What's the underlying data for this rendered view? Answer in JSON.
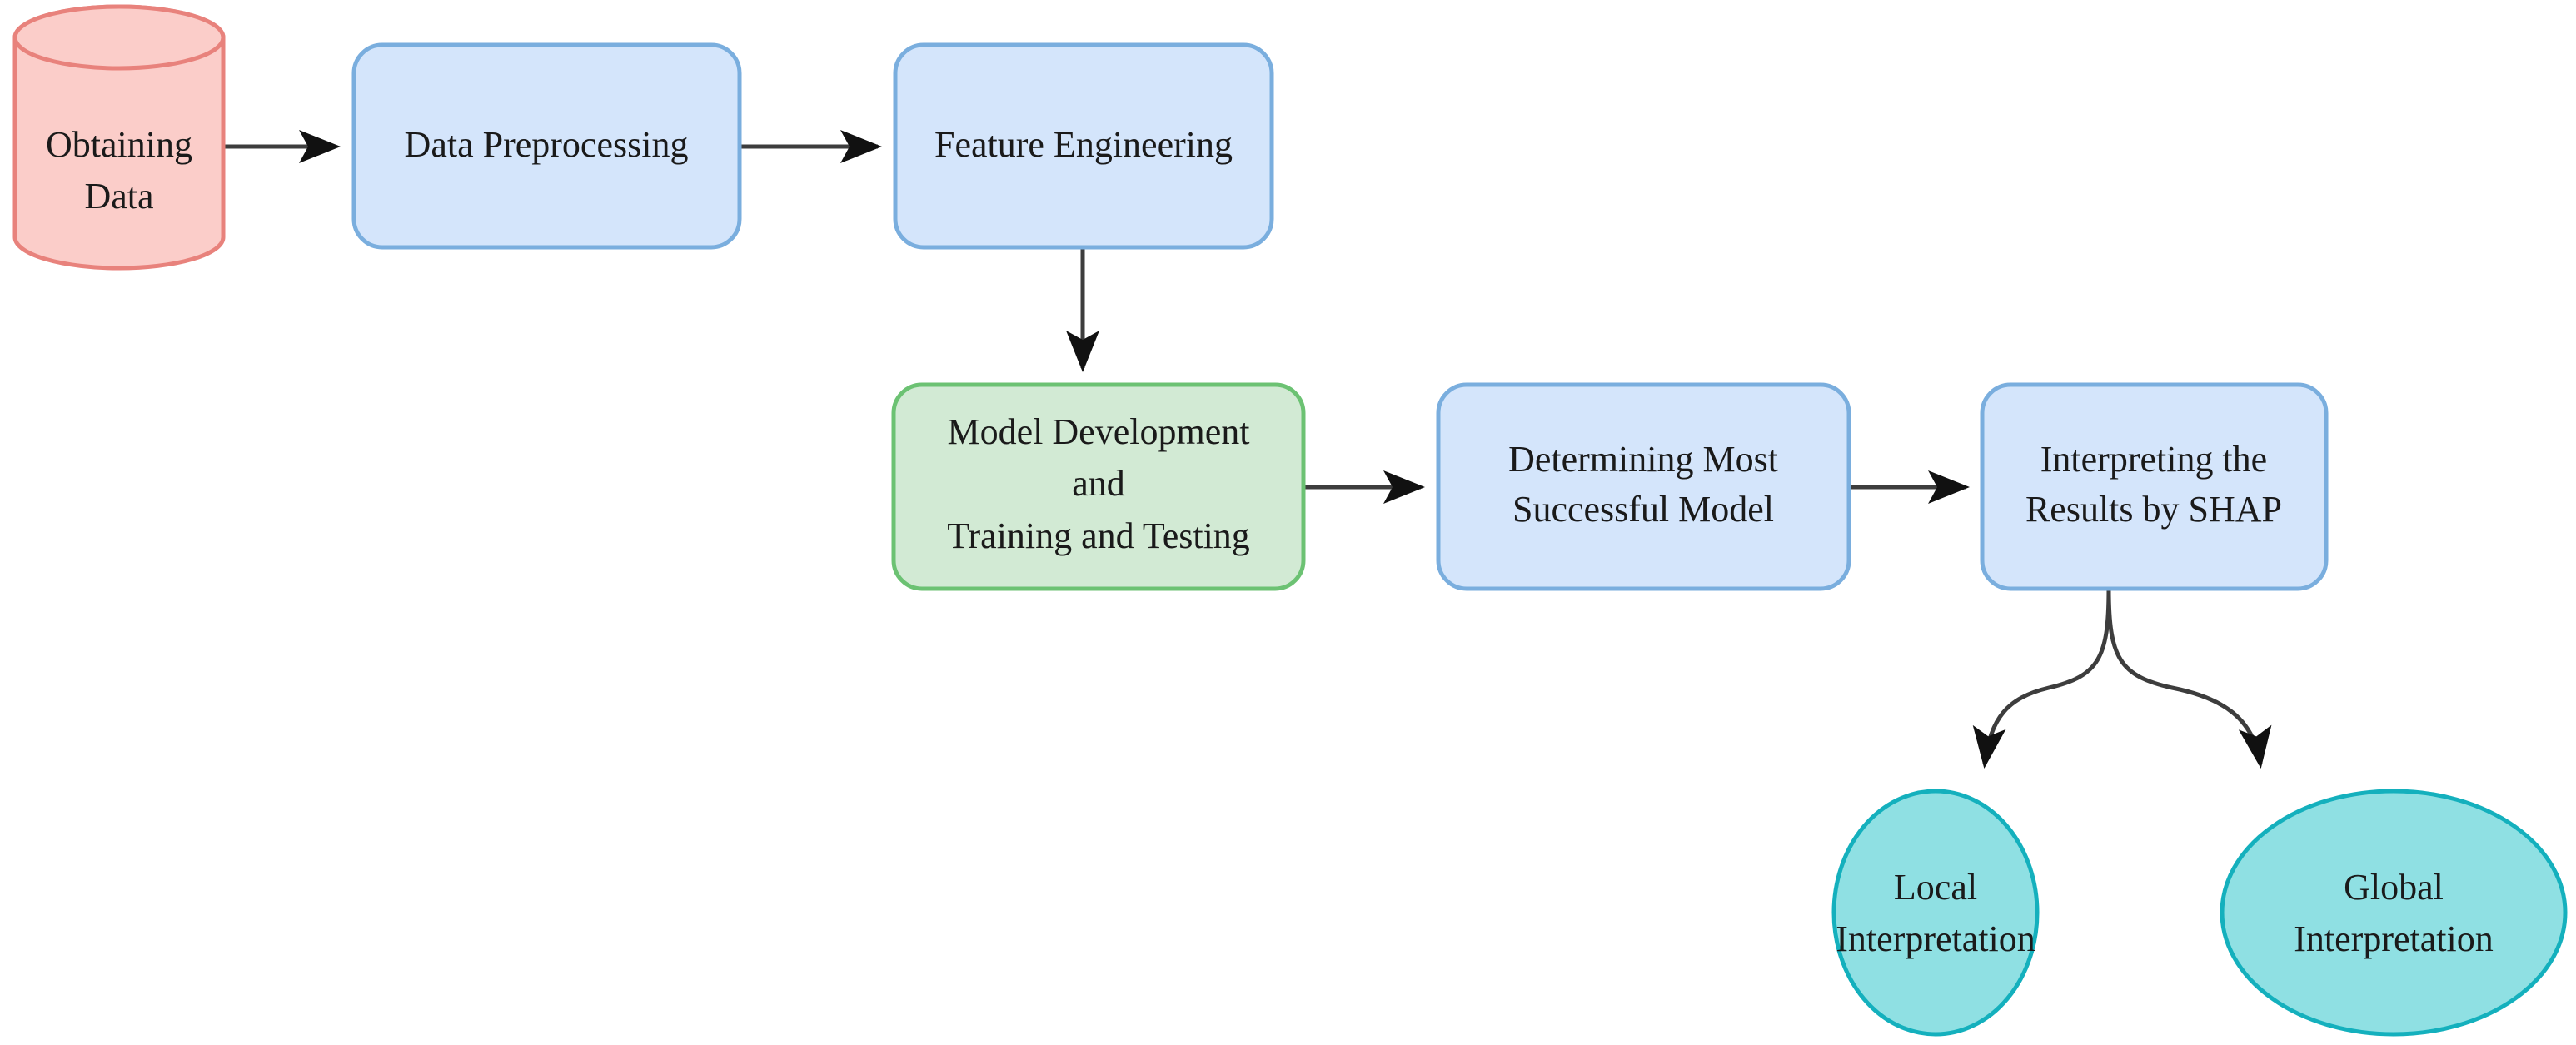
{
  "diagram": {
    "title": "Machine Learning Workflow Flowchart",
    "background_color": "#ffffff",
    "edge_color": "#3d3d3d",
    "palette": {
      "pink_fill": "#fbcdc9",
      "pink_stroke": "#e8827c",
      "blue_fill": "#d4e5fb",
      "blue_stroke": "#7aaede",
      "green_fill": "#d2ead4",
      "green_stroke": "#6cc273",
      "teal_fill": "#8fe0e3",
      "teal_stroke": "#14b0bd",
      "text_color": "#1a1a1a"
    },
    "nodes": [
      {
        "id": "obtaining-data",
        "shape": "cylinder",
        "label_line_1": "Obtaining",
        "label_line_2": "Data",
        "fill": "#fbcdc9",
        "stroke": "#e8827c"
      },
      {
        "id": "data-preprocessing",
        "shape": "rounded-rect",
        "label_line_1": "Data Preprocessing",
        "fill": "#d4e5fb",
        "stroke": "#7aaede"
      },
      {
        "id": "feature-engineering",
        "shape": "rounded-rect",
        "label_line_1": "Feature Engineering",
        "fill": "#d4e5fb",
        "stroke": "#7aaede"
      },
      {
        "id": "model-development",
        "shape": "rounded-rect",
        "label_line_1": "Model Development",
        "label_line_2": "and",
        "label_line_3": "Training and Testing",
        "fill": "#d2ead4",
        "stroke": "#6cc273"
      },
      {
        "id": "determining-model",
        "shape": "rounded-rect",
        "label_line_1": "Determining Most",
        "label_line_2": "Successful Model",
        "fill": "#d4e5fb",
        "stroke": "#7aaede"
      },
      {
        "id": "interpreting-shap",
        "shape": "rounded-rect",
        "label_line_1": "Interpreting the",
        "label_line_2": "Results by SHAP",
        "fill": "#d4e5fb",
        "stroke": "#7aaede"
      },
      {
        "id": "local-interpretation",
        "shape": "ellipse",
        "label_line_1": "Local",
        "label_line_2": "Interpretation",
        "fill": "#8fe0e3",
        "stroke": "#14b0bd"
      },
      {
        "id": "global-interpretation",
        "shape": "ellipse",
        "label_line_1": "Global",
        "label_line_2": "Interpretation",
        "fill": "#8fe0e3",
        "stroke": "#14b0bd"
      }
    ],
    "edges": [
      {
        "id": "e1",
        "from": "obtaining-data",
        "to": "data-preprocessing",
        "style": "straight-horizontal"
      },
      {
        "id": "e2",
        "from": "data-preprocessing",
        "to": "feature-engineering",
        "style": "straight-horizontal"
      },
      {
        "id": "e3",
        "from": "feature-engineering",
        "to": "model-development",
        "style": "straight-vertical"
      },
      {
        "id": "e4",
        "from": "model-development",
        "to": "determining-model",
        "style": "straight-horizontal"
      },
      {
        "id": "e5",
        "from": "determining-model",
        "to": "interpreting-shap",
        "style": "straight-horizontal"
      },
      {
        "id": "e6",
        "from": "interpreting-shap",
        "to": "local-interpretation",
        "style": "curved-branch-left"
      },
      {
        "id": "e7",
        "from": "interpreting-shap",
        "to": "global-interpretation",
        "style": "curved-branch-right"
      }
    ]
  }
}
